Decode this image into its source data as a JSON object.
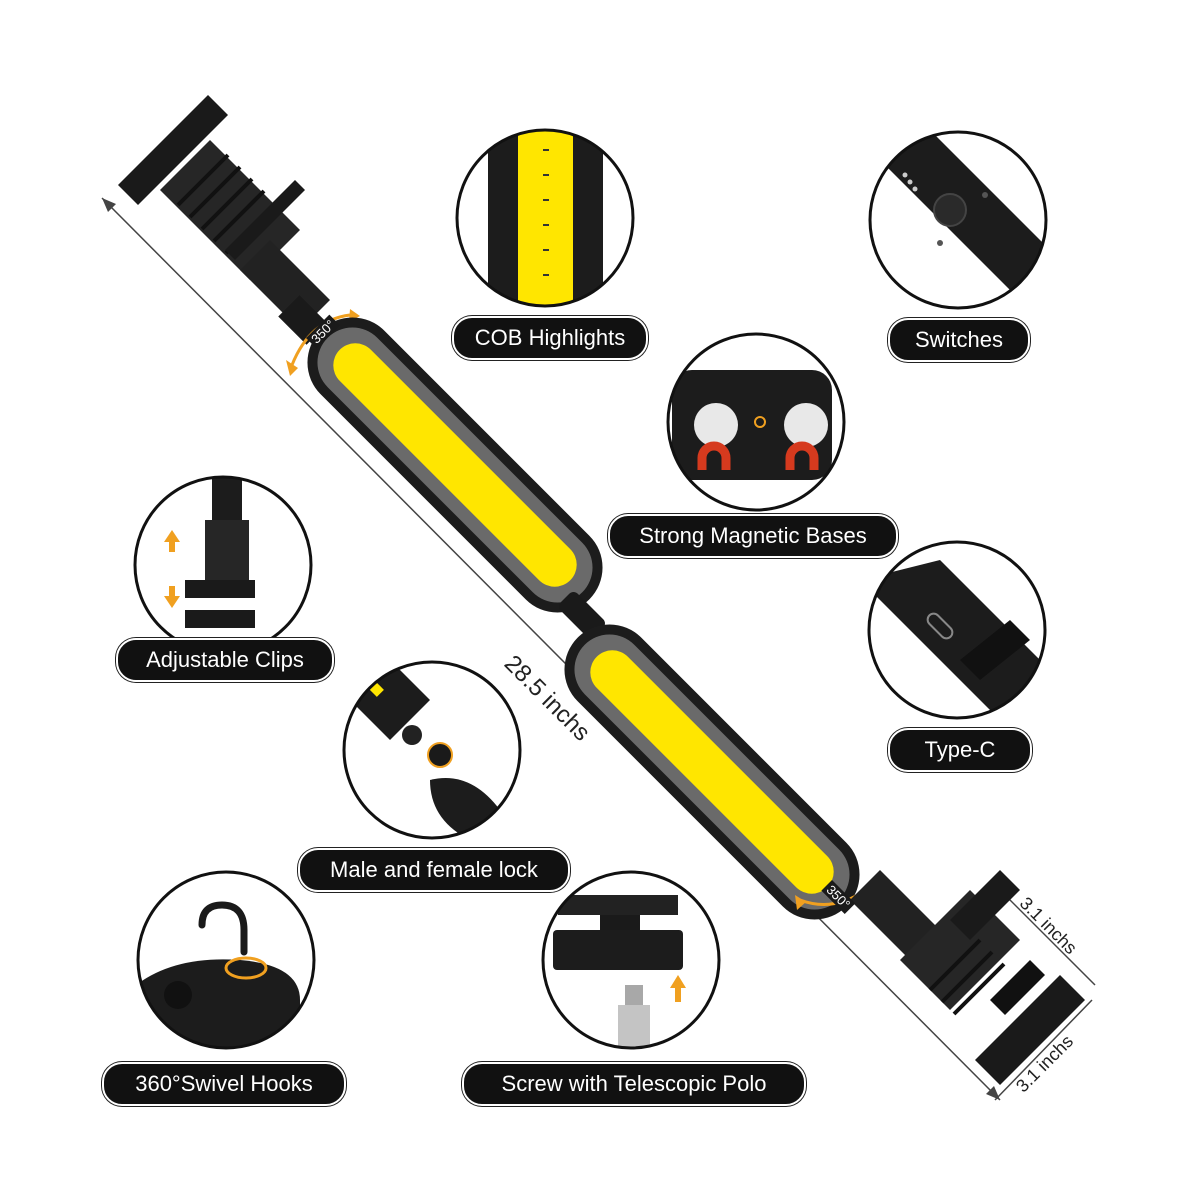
{
  "labels": {
    "cob": "COB Highlights",
    "switches": "Switches",
    "magnetic": "Strong Magnetic Bases",
    "clips": "Adjustable Clips",
    "typec": "Type-C",
    "lock": "Male and female lock",
    "hooks": "360°Swivel Hooks",
    "screw": "Screw with Telescopic Polo"
  },
  "dimensions": {
    "length": "28.5 inchs",
    "clip_height": "3.1 inchs",
    "clip_width": "3.1 inchs",
    "rotation_top": "350°",
    "rotation_bottom": "350°"
  },
  "colors": {
    "led": "#ffe600",
    "body": "#1c1c1c",
    "accent": "#f0a020",
    "magnet_red": "#d63a1e",
    "label_bg": "#111111"
  },
  "icons": [
    "rotate-arrow-icon",
    "magnet-icon",
    "arrow-up-icon",
    "arrow-down-icon",
    "usb-c-port-icon",
    "hook-icon",
    "screw-icon"
  ]
}
